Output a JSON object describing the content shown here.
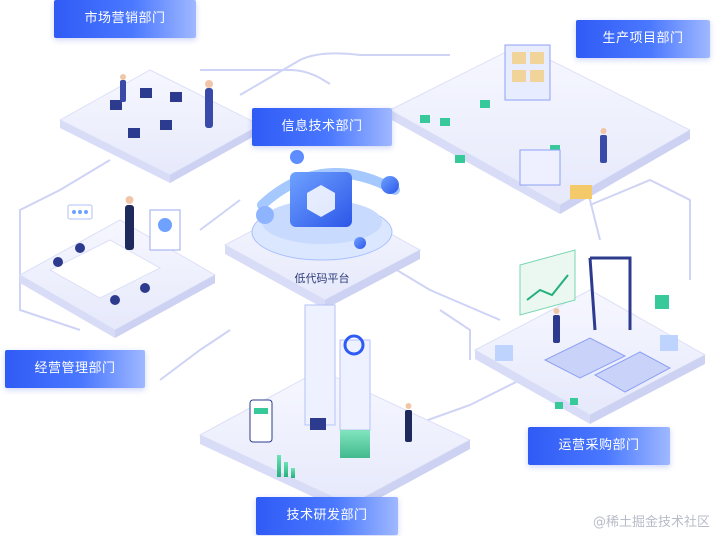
{
  "departments": {
    "marketing": "市场营销部门",
    "production": "生产项目部门",
    "it": "信息技术部门",
    "management": "经营管理部门",
    "procurement": "运营采购部门",
    "rnd": "技术研发部门"
  },
  "center": {
    "label": "低代码平台"
  },
  "watermark": "@稀土掘金技术社区",
  "colors": {
    "accent": "#2f5bf5",
    "line": "#c9cdf4",
    "tile": "#f1f2fd"
  }
}
